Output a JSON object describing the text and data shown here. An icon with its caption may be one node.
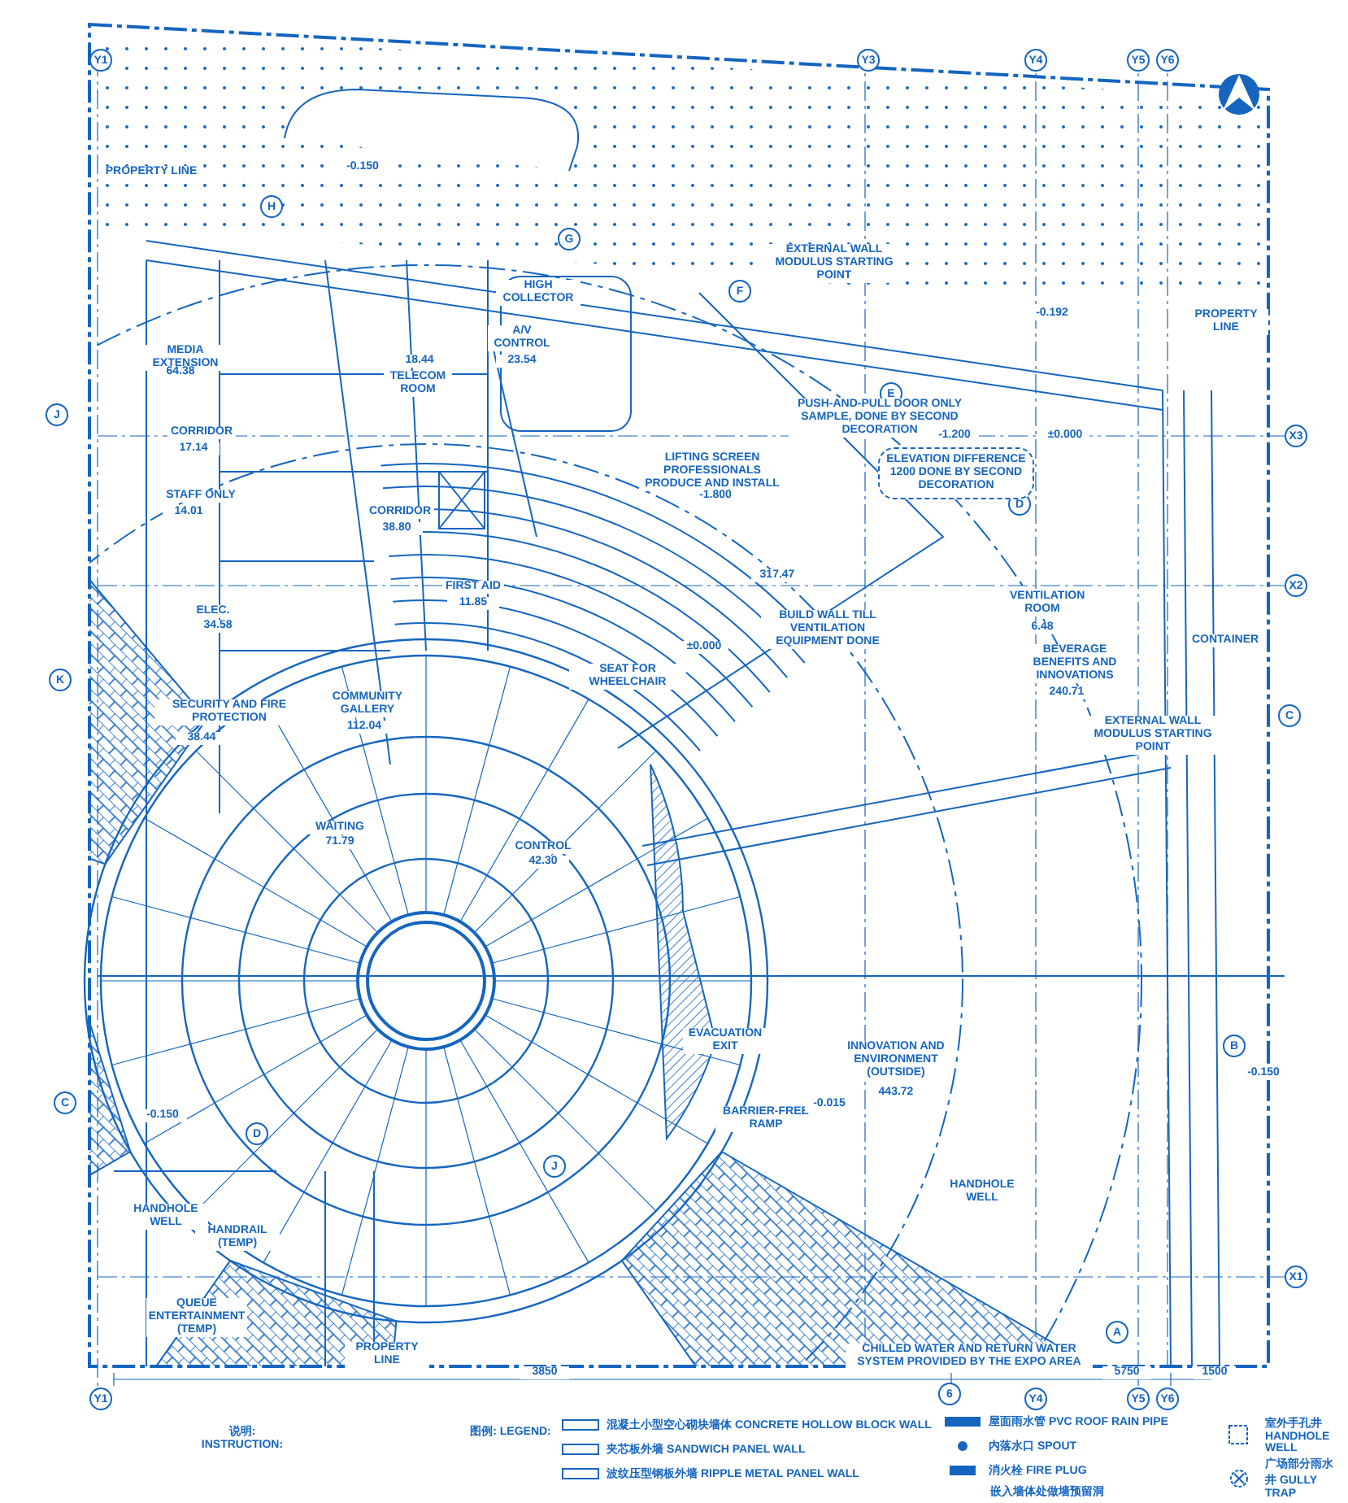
{
  "diagram": {
    "nodes": [
      {
        "text": [
          "Y1"
        ]
      },
      {
        "text": [
          "Y3"
        ]
      },
      {
        "text": [
          "Y4"
        ]
      },
      {
        "text": [
          "Y5"
        ]
      },
      {
        "text": [
          "Y6"
        ]
      },
      {
        "text": [
          "X3"
        ]
      },
      {
        "text": [
          "X2"
        ]
      },
      {
        "text": [
          "C"
        ]
      },
      {
        "text": [
          "B"
        ]
      },
      {
        "text": [
          "X1"
        ]
      },
      {
        "text": [
          "A"
        ]
      },
      {
        "text": [
          "J"
        ]
      },
      {
        "text": [
          "K"
        ]
      },
      {
        "text": [
          "C"
        ]
      },
      {
        "text": [
          "H"
        ]
      },
      {
        "text": [
          "G"
        ]
      },
      {
        "text": [
          "F"
        ]
      },
      {
        "text": [
          "E"
        ]
      },
      {
        "text": [
          "D"
        ]
      },
      {
        "text": [
          "D"
        ]
      },
      {
        "text": [
          "J"
        ]
      },
      {
        "text": [
          "Y1"
        ]
      },
      {
        "text": [
          "6"
        ]
      },
      {
        "text": [
          "Y4"
        ]
      },
      {
        "text": [
          "Y5"
        ]
      },
      {
        "text": [
          "Y6"
        ]
      },
      {
        "text": [
          "ELEVATION DIFFERENCE 1200 DONE BY SECOND DECORATION"
        ]
      }
    ],
    "labels": [
      "PROPERTY LINE",
      "PROPERTY LINE",
      "MEDIA EXTENSION",
      "64.38",
      "18.44",
      "TELECOM ROOM",
      "A/V CONTROL",
      "23.54",
      "CORRIDOR",
      "17.14",
      "STAFF ONLY",
      "14.01",
      "CORRIDOR",
      "38.80",
      "FIRST AID",
      "11.85",
      "ELEC.",
      "34.58",
      "SECURITY AND FIRE PROTECTION",
      "38.44",
      "SEAT FOR WHEELCHAIR",
      "COMMUNITY GALLERY",
      "112.04",
      "WAITING",
      "71.79",
      "CONTROL",
      "42.30",
      "LIFTING SCREEN PROFESSIONALS PRODUCE AND INSTALL",
      "PUSH-AND-PULL DOOR ONLY SAMPLE, DONE BY SECOND DECORATION",
      "317.47",
      "VENTILATION ROOM",
      "6.48",
      "BUILD WALL TILL VENTILATION EQUIPMENT DONE",
      "BEVERAGE BENEFITS AND INNOVATIONS",
      "240.71",
      "CONTAINER",
      "INNOVATION AND ENVIRONMENT (OUTSIDE)",
      "443.72",
      "EVACUATION EXIT",
      "BARRIER-FREE RAMP",
      "HANDRAIL (TEMP)",
      "HANDHOLE WELL",
      "QUEUE ENTERTAINMENT (TEMP)",
      "HANDHOLE WELL",
      "HIGH COLLECTOR",
      "EXTERNAL WALL MODULUS STARTING POINT",
      "EXTERNAL WALL MODULUS STARTING POINT",
      "PROPERTY LINE",
      "CHILLED WATER AND RETURN WATER SYSTEM PROVIDED BY THE EXPO AREA",
      "-0.150",
      "-0.192",
      "-1.200",
      "±0.000",
      "-1.800",
      "±0.000",
      "-0.015",
      "-0.150",
      "-0.150",
      "3850",
      "5750",
      "1500",
      "说明: INSTRUCTION:",
      "图例: LEGEND:",
      "嵌入墙体处做墙预留洞"
    ],
    "legend": [
      {
        "text": "混凝土小型空心砌块墙体 CONCRETE HOLLOW BLOCK WALL"
      },
      {
        "text": "夹芯板外墙 SANDWICH PANEL WALL"
      },
      {
        "text": "波纹压型钢板外墙 RIPPLE METAL PANEL WALL"
      },
      {
        "text": "屋面雨水管 PVC ROOF RAIN PIPE"
      },
      {
        "text": "内落水口 SPOUT"
      },
      {
        "text": "消火栓 FIRE PLUG"
      },
      {
        "text": "室外手孔井 HANDHOLE WELL"
      },
      {
        "text": "广场部分雨水井 GULLY TRAP"
      }
    ]
  }
}
